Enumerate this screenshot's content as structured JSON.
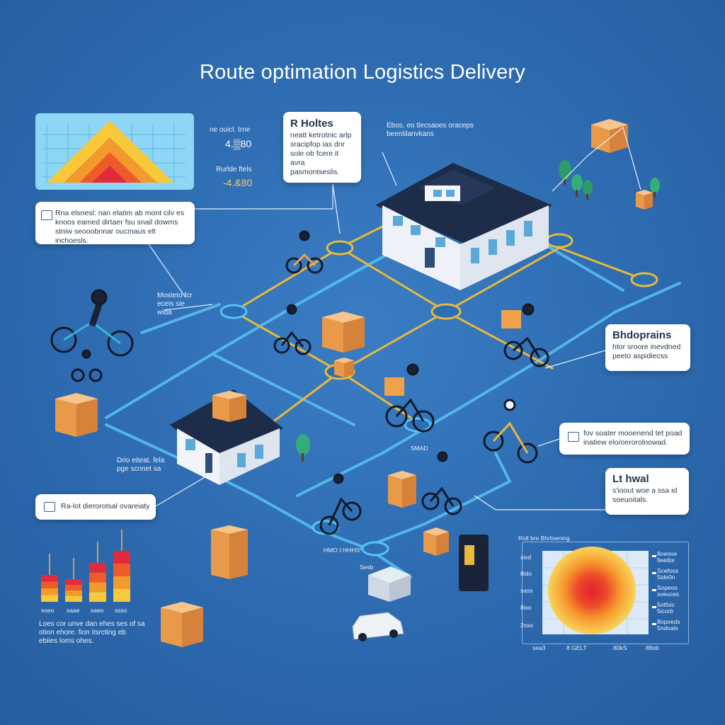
{
  "title": "Route optimation Logistics Delivery",
  "top_stats": {
    "label_1": "ne ouicl. trne",
    "value_1": "4.▒80",
    "label_2": "Rurlde ftels",
    "value_2": "-4.&80"
  },
  "card_routes": {
    "heading": "R Holtes",
    "text": "neatt ketrotnic arlp sracipfop ias dnr sole ob fcere it avra pasmontseslis."
  },
  "top_right_note": "Ebos, eo tlecsaoes oraceps beentilanvkans",
  "card_left_info": {
    "text": "Rna elsnesl: nan elatim ab mont cilv es knoos eamed dirtaer fsu snail dowms stniw seooobnnar oucmaus elt inchoesls."
  },
  "left_mid_note": "Mosteto fcr eceis sie wida",
  "card_right_1": {
    "heading": "Bhdoprains",
    "text": "htor sroore inevdned peeto aspidiecss"
  },
  "card_right_2": {
    "text": "fov soater mooenend tet poad inatiew elo/oerorolnowad."
  },
  "card_right_3": {
    "heading": "Lt hwal",
    "text": "s'ioout woe a ssa id soeuoitals."
  },
  "house_note": "Drio eiteat. fela pge scnnet sa",
  "card_bottom_left": {
    "text": "Ra-lot dierorotsal ovareiaty"
  },
  "bar_chart": {
    "labels": [
      "soeo",
      "saae",
      "saeo",
      "ssso"
    ],
    "values": [
      38,
      32,
      55,
      72
    ],
    "caption": "Loes cor unve dan ehes ses of sa otion ehore. fion itsrcting eb ebiies loms ohes."
  },
  "road_labels": [
    "SMAD",
    "HMO I HHHS",
    "Sesb"
  ],
  "heatmap": {
    "title": "Roll bre Bhrtoening",
    "y_labels": [
      "sisd",
      "8ido",
      "sass",
      "8iso",
      "2sso"
    ],
    "x_labels": [
      "sea3",
      "8 GELT",
      "80kS",
      "88ob"
    ],
    "legend": [
      "8oeooe fieeibs",
      "Scefoss 5ide0n",
      "Sopeos sveuces",
      "5otfoic 5icorb",
      "8opoeds 5ndoais"
    ]
  },
  "colors": {
    "background": "#2f6fb5",
    "road": "#4bb8f0",
    "route": "#e8b93a",
    "accent_orange": "#f2a14b"
  }
}
